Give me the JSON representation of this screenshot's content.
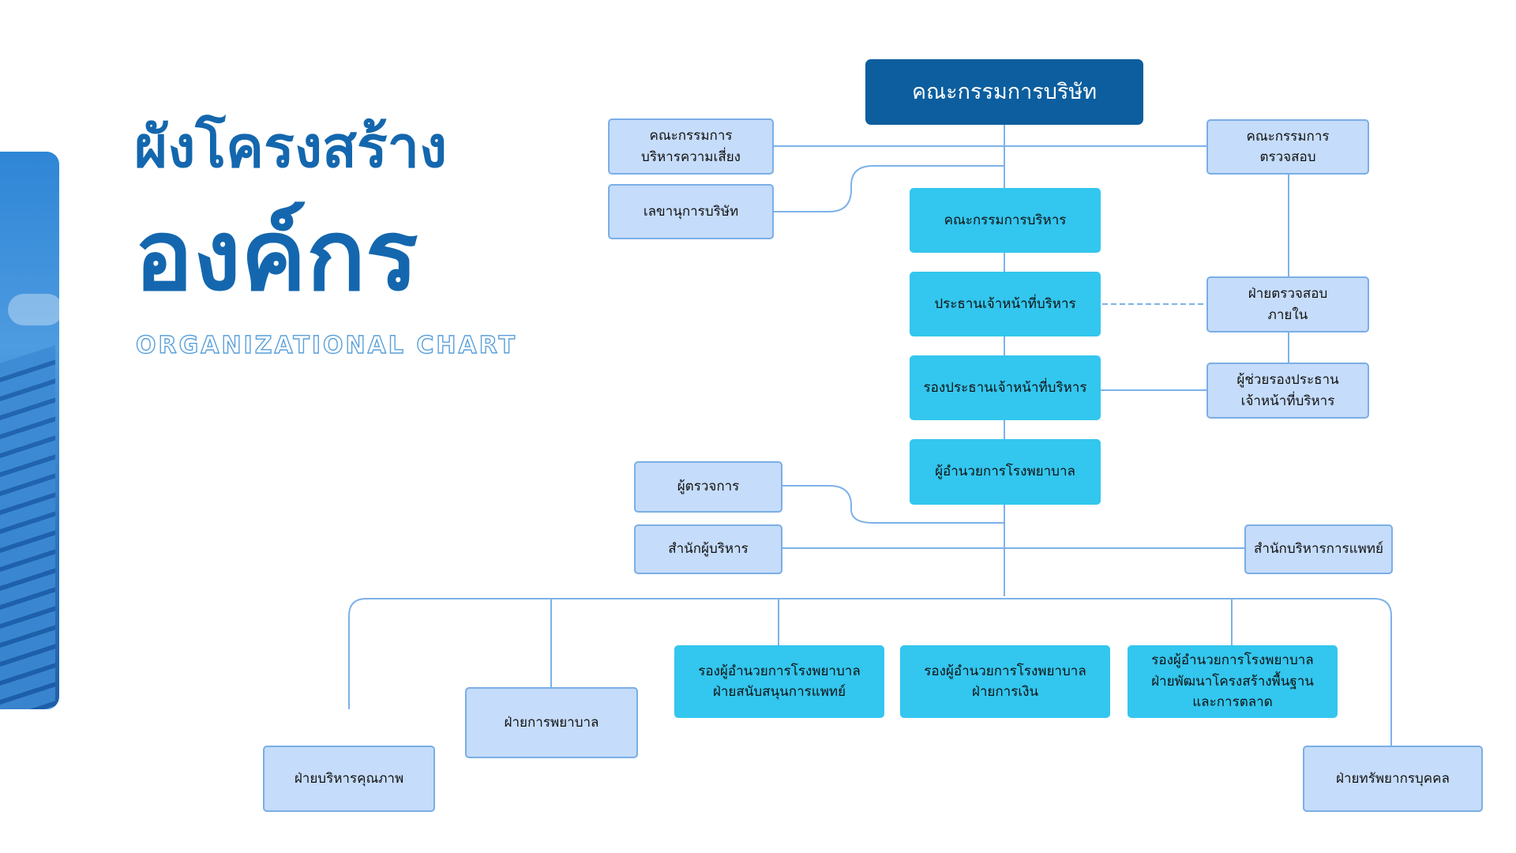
{
  "title": {
    "th_line1": "ผังโครงสร้าง",
    "th_line2": "องค์กร",
    "en": "ORGANIZATIONAL CHART"
  },
  "nodes": {
    "board": "คณะกรรมการบริษัท",
    "risk": "คณะกรรมการ\nบริหารความเสี่ยง",
    "audit": "คณะกรรมการ\nตรวจสอบ",
    "secretary": "เลขานุการบริษัท",
    "exec_board": "คณะกรรมการบริหาร",
    "ceo": "ประธานเจ้าหน้าที่บริหาร",
    "internal_audit": "ฝ่ายตรวจสอบ\nภายใน",
    "deputy_ceo": "รองประธานเจ้าหน้าที่บริหาร",
    "asst_deputy_ceo": "ผู้ช่วยรองประธาน\nเจ้าหน้าที่บริหาร",
    "hospital_director": "ผู้อำนวยการโรงพยาบาล",
    "inspector": "ผู้ตรวจการ",
    "exec_office": "สำนักผู้บริหาร",
    "medical_admin": "สำนักบริหารการแพทย์",
    "deputy_medical_support": "รองผู้อำนวยการโรงพยาบาล\nฝ่ายสนับสนุนการแพทย์",
    "deputy_finance": "รองผู้อำนวยการโรงพยาบาล\nฝ่ายการเงิน",
    "deputy_infra_marketing": "รองผู้อำนวยการโรงพยาบาล\nฝ่ายพัฒนาโครงสร้างพื้นฐาน\nและการตลาด",
    "nursing": "ฝ่ายการพยาบาล",
    "quality": "ฝ่ายบริหารคุณภาพ",
    "hr": "ฝ่ายทรัพยากรบุคคล"
  },
  "colors": {
    "brand": "#1467ae",
    "board_fill": "#0c5e9e",
    "exec_fill": "#33c6ee",
    "unit_fill": "#c5dcfa",
    "unit_border": "#7aaee6",
    "connector": "#7db2e8"
  }
}
